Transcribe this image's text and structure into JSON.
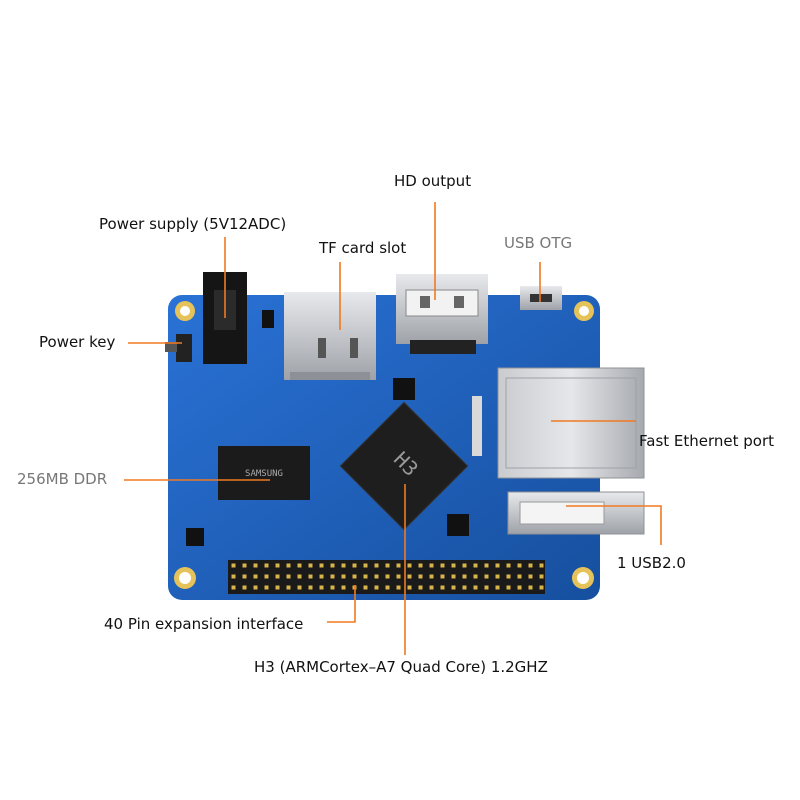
{
  "labels": {
    "hd_output": "HD output",
    "power_supply": "Power supply (5V12ADC)",
    "tf_card": "TF card slot",
    "usb_otg": "USB OTG",
    "power_key": "Power key",
    "fast_ethernet": "Fast Ethernet port",
    "ddr": "256MB DDR",
    "usb2": "1 USB2.0",
    "expansion": "40 Pin expansion interface",
    "cpu": "H3 (ARMCortex–A7 Quad Core) 1.2GHZ"
  },
  "chip": {
    "cpu_mark": "H3",
    "ram_mark": "SAMSUNG"
  },
  "colors": {
    "board": "#1f62c4",
    "leader": "#f07a22",
    "silver": "#b9bcc2",
    "pad": "#e6c35a"
  }
}
